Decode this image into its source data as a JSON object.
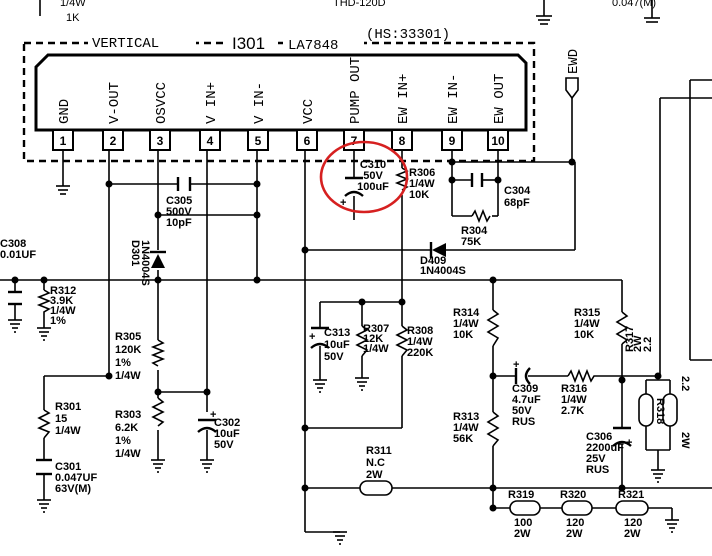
{
  "top_fragments": {
    "left_text": "1/4W",
    "left_value": "1K",
    "top_center": "THD-120D",
    "top_right": "0.047(M)"
  },
  "ic": {
    "title": "VERTICAL",
    "ref": "I301",
    "part": "LA7848",
    "heatsink": "(HS:33301)",
    "pins": [
      {
        "num": "1",
        "label": "GND"
      },
      {
        "num": "2",
        "label": "V-OUT"
      },
      {
        "num": "3",
        "label": "OSVCC"
      },
      {
        "num": "4",
        "label": "V IN+"
      },
      {
        "num": "5",
        "label": "V IN-"
      },
      {
        "num": "6",
        "label": "VCC"
      },
      {
        "num": "7",
        "label": "PUMP OUT"
      },
      {
        "num": "8",
        "label": "EW IN+"
      },
      {
        "num": "9",
        "label": "EW IN-"
      },
      {
        "num": "10",
        "label": "EW OUT"
      }
    ]
  },
  "ewd": "EWD",
  "components": {
    "c310": [
      "C310",
      "50V",
      "100uF"
    ],
    "r306": [
      "R306",
      "1/4W",
      "10K"
    ],
    "c304": [
      "C304",
      "68pF"
    ],
    "c305": [
      "C305",
      "500V",
      "10pF"
    ],
    "r304": [
      "R304",
      "75K"
    ],
    "d409": [
      "D409",
      "1N4004S"
    ],
    "d301": [
      "D301",
      "1N4004S"
    ],
    "c308": [
      "C308",
      "0.01UF"
    ],
    "r312": [
      "R312",
      "3.9K",
      "1/4W",
      "1%"
    ],
    "r305": [
      "R305",
      "120K",
      "1%",
      "1/4W"
    ],
    "r303": [
      "R303",
      "6.2K",
      "1%",
      "1/4W"
    ],
    "c302": [
      "C302",
      "10uF",
      "50V"
    ],
    "r301": [
      "R301",
      "15",
      "1/4W"
    ],
    "c301": [
      "C301",
      "0.047UF",
      "63V(M)"
    ],
    "c313": [
      "C313",
      "10uF",
      "50V"
    ],
    "r307": [
      "R307",
      "12K",
      "1/4W"
    ],
    "r308": [
      "R308",
      "1/4W",
      "220K"
    ],
    "r314": [
      "R314",
      "1/4W",
      "10K"
    ],
    "r315": [
      "R315",
      "1/4W",
      "10K"
    ],
    "r317": [
      "R317",
      "2W",
      "2.2"
    ],
    "r318": [
      "R318",
      "2W",
      "2.2"
    ],
    "c309": [
      "C309",
      "4.7uF",
      "50V",
      "RUS"
    ],
    "r316": [
      "R316",
      "1/4W",
      "2.7K"
    ],
    "r313": [
      "R313",
      "1/4W",
      "56K"
    ],
    "c306": [
      "C306",
      "2200uF",
      "25V",
      "RUS"
    ],
    "r311": [
      "R311",
      "N.C",
      "2W"
    ],
    "r319": [
      "R319",
      "100",
      "2W"
    ],
    "r320": [
      "R320",
      "120",
      "2W"
    ],
    "r321": [
      "R321",
      "120",
      "2W"
    ]
  },
  "colors": {
    "highlight": "#d62020",
    "ink": "#000000"
  }
}
